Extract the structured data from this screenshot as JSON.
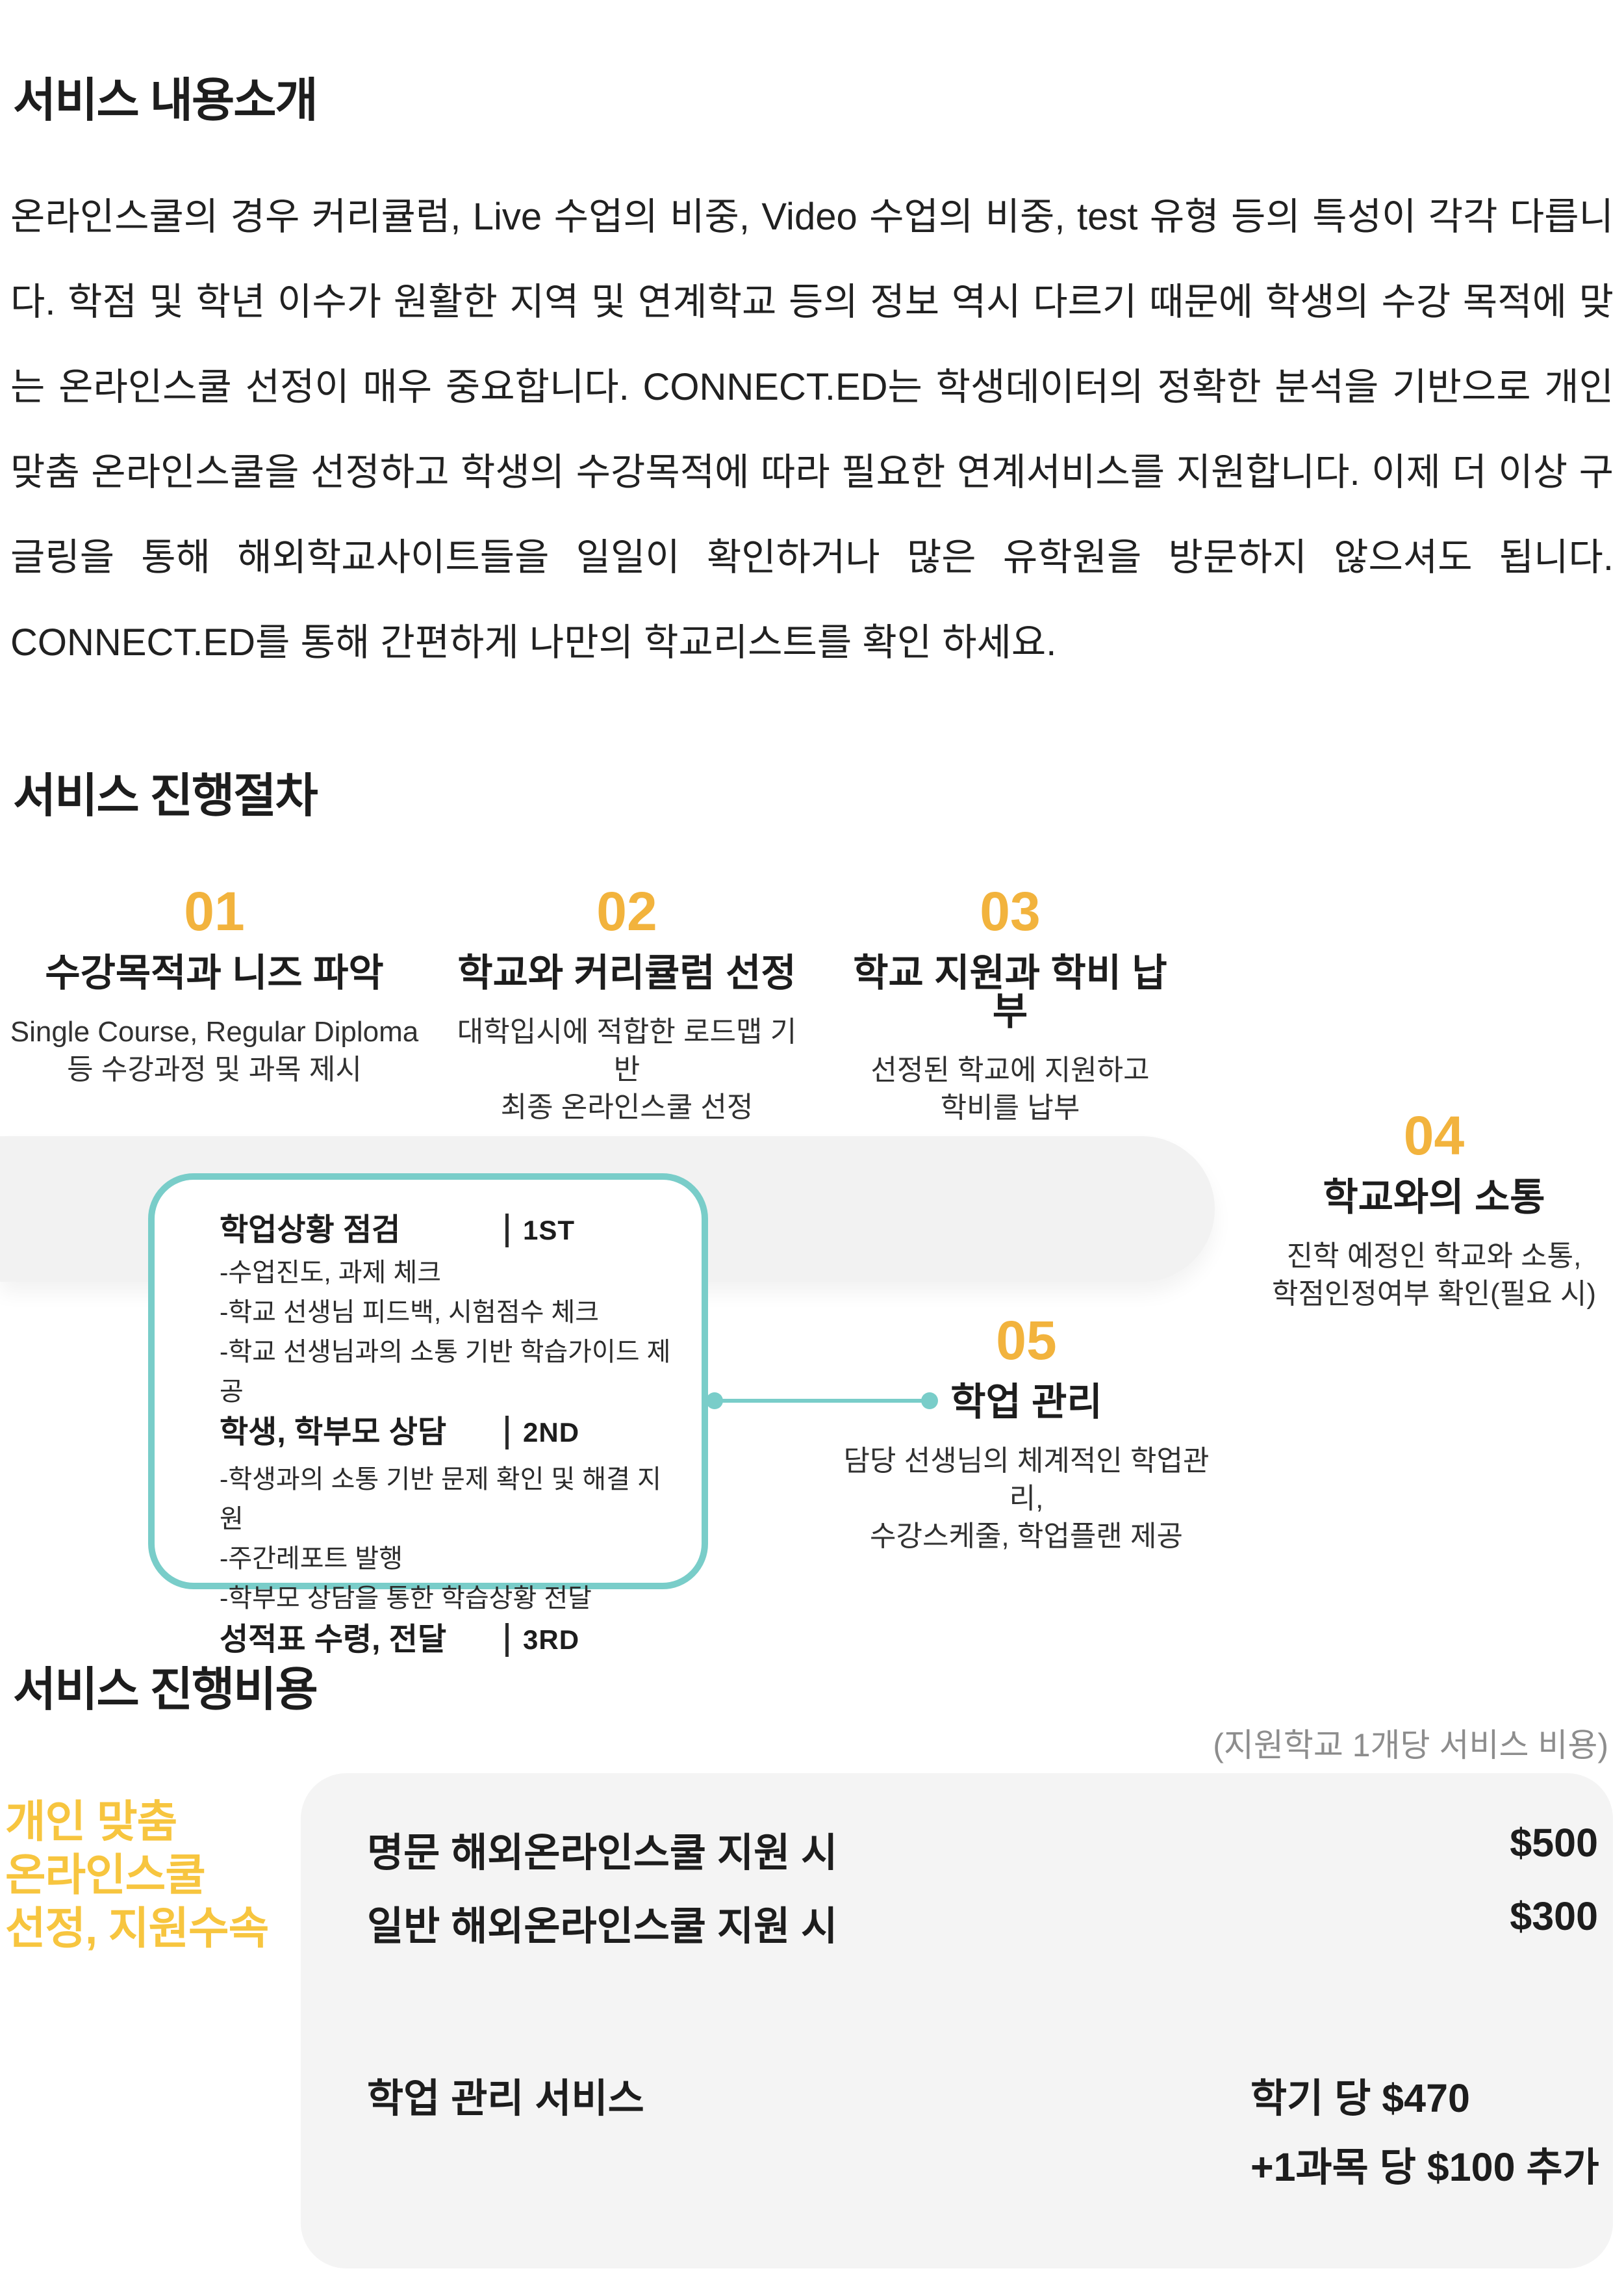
{
  "intro": {
    "title": "서비스 내용소개",
    "body": "온라인스쿨의 경우 커리큘럼, Live 수업의 비중, Video 수업의 비중, test 유형 등의 특성이 각각 다릅니다. 학점 및 학년 이수가 원활한 지역 및 연계학교 등의 정보 역시 다르기 때문에 학생의 수강 목적에 맞는 온라인스쿨 선정이 매우 중요합니다. CONNECT.ED는 학생데이터의 정확한 분석을 기반으로 개인 맞춤 온라인스쿨을 선정하고 학생의 수강목적에 따라 필요한 연계서비스를 지원합니다. 이제 더 이상 구글링을 통해 해외학교사이트들을 일일이 확인하거나 많은 유학원을 방문하지 않으셔도 됩니다. CONNECT.ED를 통해 간편하게 나만의 학교리스트를 확인 하세요."
  },
  "process": {
    "title": "서비스 진행절차",
    "steps": [
      {
        "num": "01",
        "title": "수강목적과 니즈 파악",
        "desc": "Single Course, Regular Diploma\n등 수강과정 및 과목 제시"
      },
      {
        "num": "02",
        "title": "학교와 커리큘럼 선정",
        "desc": "대학입시에 적합한 로드맵 기반\n최종 온라인스쿨 선정"
      },
      {
        "num": "03",
        "title": "학교 지원과 학비 납부",
        "desc": "선정된 학교에 지원하고\n학비를 납부"
      },
      {
        "num": "04",
        "title": "학교와의 소통",
        "desc": "진학 예정인 학교와 소통,\n학점인정여부 확인(필요 시)"
      },
      {
        "num": "05",
        "title": "학업 관리",
        "desc": "담당 선생님의 체계적인 학업관리,\n수강스케줄, 학업플랜 제공"
      }
    ],
    "box": {
      "sections": [
        {
          "title": "학업상황 점검",
          "ord": "1ST",
          "items": [
            "-수업진도, 과제 체크",
            "-학교 선생님 피드백, 시험점수 체크",
            "-학교 선생님과의 소통 기반 학습가이드 제공"
          ]
        },
        {
          "title": "학생, 학부모 상담",
          "ord": "2ND",
          "items": [
            "-학생과의 소통 기반 문제 확인 및 해결 지원",
            "-주간레포트 발행",
            "-학부모 상담을 통한 학습상황 전달"
          ]
        },
        {
          "title": "성적표 수령, 전달",
          "ord": "3RD",
          "items": []
        }
      ]
    }
  },
  "pricing": {
    "title": "서비스 진행비용",
    "note": "(지원학교 1개당 서비스 비용)",
    "side_label": "개인 맞춤\n온라인스쿨\n선정, 지원수속",
    "rows": [
      {
        "label": "명문 해외온라인스쿨 지원 시",
        "price": "$500"
      },
      {
        "label": "일반 해외온라인스쿨 지원 시",
        "price": "$300"
      }
    ],
    "service_row": {
      "label": "학업 관리 서비스",
      "price_line1": "학기 당 $470",
      "price_line2": "+1과목 당 $100 추가"
    }
  },
  "colors": {
    "accent_orange": "#F2B33D",
    "side_label_yellow": "#F7C53F",
    "teal": "#79CDC9",
    "text_dark": "#1d1d1d",
    "band_gray": "#F2F2F2",
    "price_box_gray": "#F4F4F4",
    "note_gray": "#8d8d8d"
  }
}
